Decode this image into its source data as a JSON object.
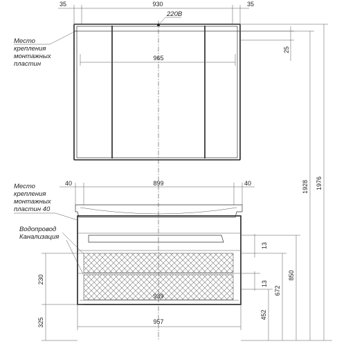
{
  "notes": {
    "mirror_mount": [
      "Место",
      "крепления",
      "монтажных",
      "пластин"
    ],
    "vanity_mount": [
      "Место",
      "крепления",
      "монтажных",
      "пластин 40"
    ],
    "plumbing": [
      "Водопровод",
      "Канализация"
    ],
    "power": "220В"
  },
  "dimensions": {
    "mirror_left_gap": "35",
    "mirror_width": "930",
    "mirror_right_gap": "35",
    "mirror_overall": "965",
    "mirror_offset": "25",
    "vanity_left_gap": "40",
    "vanity_width": "899",
    "vanity_right_gap": "40",
    "vanity_inner": "939",
    "vanity_overall": "957",
    "drawer_gap_top": "13",
    "drawer_gap_bottom": "13",
    "drawer_height": "230",
    "floor_to_vanity": "325",
    "floor_to_drain": "452",
    "floor_to_water": "672",
    "floor_to_top": "850",
    "floor_to_mirror_top": "1928",
    "floor_to_mirror_ceiling": "1976"
  }
}
